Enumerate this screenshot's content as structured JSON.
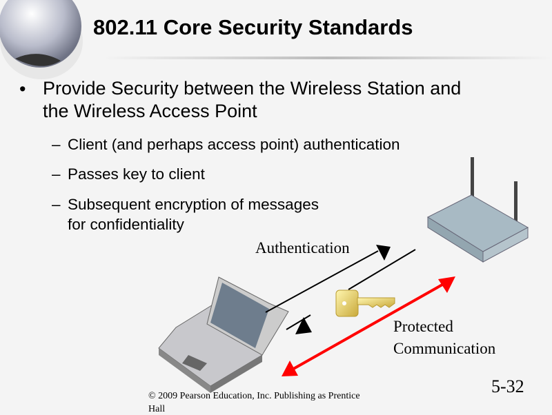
{
  "slide": {
    "title": "802.11 Core Security Standards",
    "bullet": {
      "line1": "Provide Security between the Wireless Station and",
      "line2": "the Wireless Access Point"
    },
    "subbullets": [
      "Client (and perhaps access point) authentication",
      "Passes key to client",
      "Subsequent encryption of messages"
    ],
    "subbullet3_line2": "for confidentiality",
    "dash": "–",
    "dot": "•",
    "diagram": {
      "auth_label": "Authentication",
      "protected_line1": "Protected",
      "protected_line2": "Communication",
      "arrow_color": "#ff0000"
    },
    "page_number": "5-32",
    "footer_line1": "© 2009 Pearson Education, Inc.  Publishing as Prentice",
    "footer_line2": "Hall"
  }
}
